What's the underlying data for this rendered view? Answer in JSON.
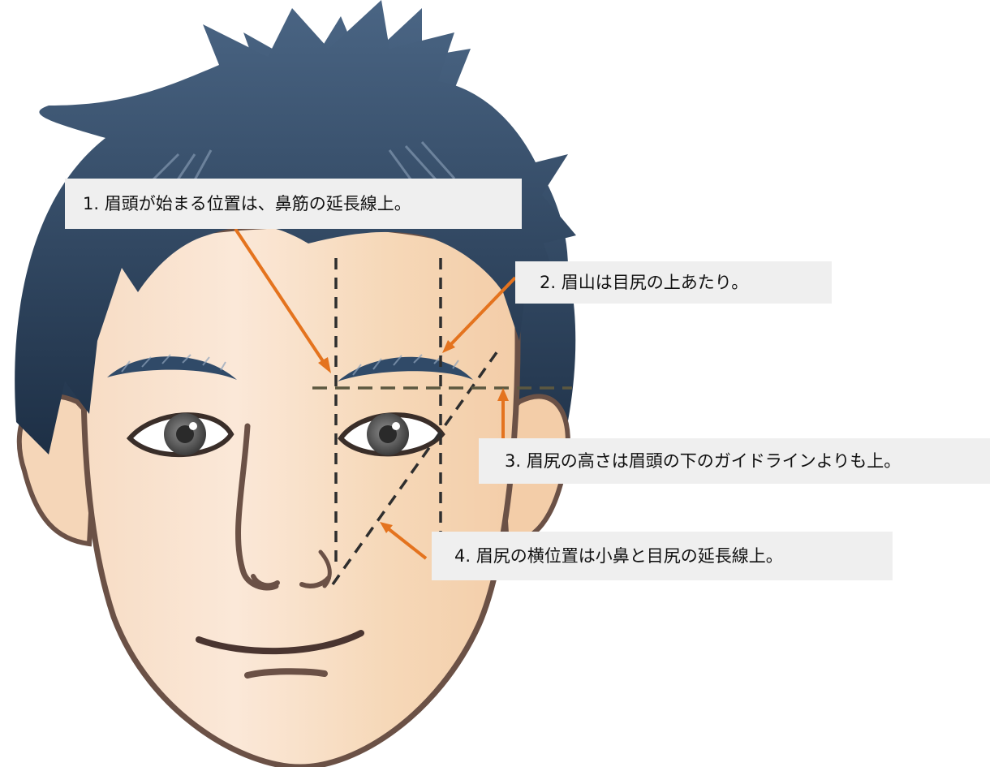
{
  "illustration": {
    "subject": "face-front-view",
    "colors": {
      "hair_top": "#4a6584",
      "hair_bottom": "#1d2f45",
      "skin_light": "#fbe6d4",
      "skin_dark": "#f4d0ad",
      "outline": "#6b5146",
      "eyebrow": "#304a68",
      "iris": "#656565",
      "guide": "#2e2e2e",
      "horizontal_guide": "#5c5840",
      "callout_bg": "#efefef",
      "arrow": "#e4731e"
    }
  },
  "callouts": [
    {
      "id": "1",
      "text": "1. 眉頭が始まる位置は、鼻筋の延長線上。"
    },
    {
      "id": "2",
      "text": "2. 眉山は目尻の上あたり。"
    },
    {
      "id": "3",
      "text": "3. 眉尻の高さは眉頭の下のガイドラインよりも上。"
    },
    {
      "id": "4",
      "text": "4. 眉尻の横位置は小鼻と目尻の延長線上。"
    }
  ]
}
